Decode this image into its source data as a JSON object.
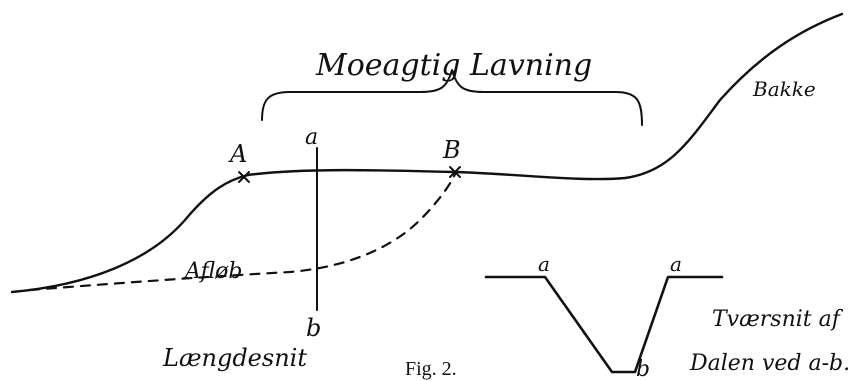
{
  "labels": {
    "title": "Moeagtig Lavning",
    "bakke": "Bakke",
    "point_a_upper": "A",
    "point_b_upper": "B",
    "section_a_top": "a",
    "section_b_bottom": "b",
    "afloeb": "Afløb",
    "laengdesnit": "Længdesnit",
    "fig_caption": "Fig. 2.",
    "cross_a_left": "a",
    "cross_a_right": "a",
    "cross_b": "b",
    "tvaersnit_line1": "Tværsnit af",
    "tvaersnit_line2": "Dalen ved a-b."
  },
  "colors": {
    "ink": "#111111",
    "paper": "#ffffff"
  }
}
